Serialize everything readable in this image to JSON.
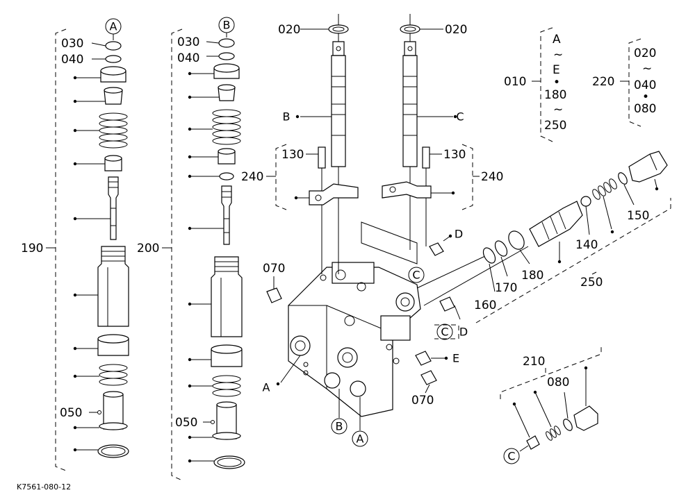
{
  "figure_code": "K7561-080-12",
  "callouts": {
    "A": "A",
    "B": "B",
    "C": "C",
    "D": "D",
    "E": "E"
  },
  "labels": {
    "p010": "010",
    "p020": "020",
    "p030": "030",
    "p040": "040",
    "p050": "050",
    "p070": "070",
    "p080": "080",
    "p130": "130",
    "p140": "140",
    "p150": "150",
    "p160": "160",
    "p170": "170",
    "p180": "180",
    "p190": "190",
    "p200": "200",
    "p210": "210",
    "p220": "220",
    "p240": "240",
    "p250": "250"
  },
  "ranges": {
    "r010": {
      "a": "A",
      "b": "E",
      "c": "180",
      "d": "250",
      "tilde": "~",
      "dot": "•"
    },
    "r220": {
      "a": "020",
      "b": "040",
      "c": "080",
      "tilde": "~",
      "dot": "•"
    }
  }
}
